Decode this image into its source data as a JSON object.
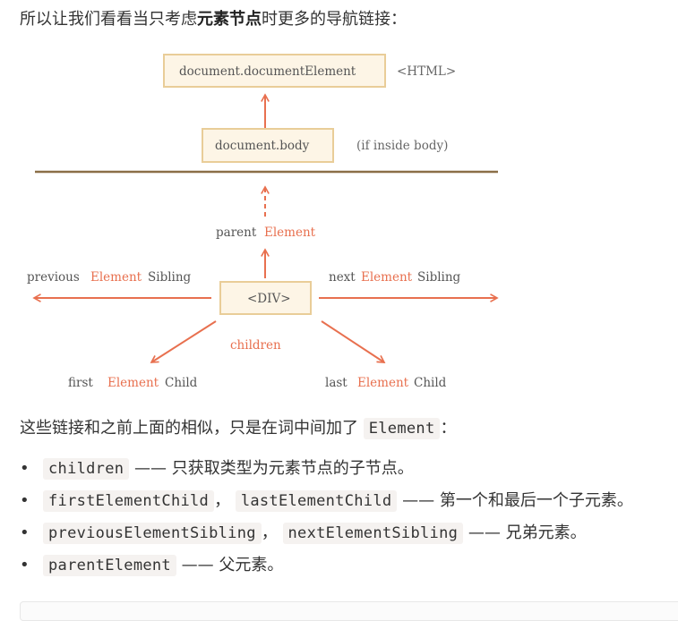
{
  "intro": {
    "prefix": "所以让我们看看当只考虑",
    "bold": "元素节点",
    "suffix": "时更多的导航链接："
  },
  "diagram": {
    "root_box": "document.documentElement",
    "root_tag": "<HTML>",
    "body_box": "document.body",
    "body_note": "(if inside body)",
    "parent_word": "parent",
    "element_word": "Element",
    "previous_word": "previous",
    "sibling_word": "Sibling",
    "next_word": "next",
    "center_box": "<DIV>",
    "children_word": "children",
    "first_word": "first",
    "last_word": "last",
    "child_word": "Child",
    "colors": {
      "arrow": "#e8704f",
      "box_fill": "#fdf5e6",
      "box_border": "#e9cd98",
      "line": "#8b6f47",
      "text": "#555555"
    }
  },
  "after": {
    "prefix": "这些链接和之前上面的相似，只是在词中间加了",
    "code": "Element",
    "suffix": "："
  },
  "list": [
    {
      "bullet": "•",
      "code1": "children",
      "desc": " —— 只获取类型为元素节点的子节点。"
    },
    {
      "bullet": "•",
      "code1": "firstElementChild",
      "sep": "，",
      "code2": "lastElementChild",
      "desc": " —— 第一个和最后一个子元素。"
    },
    {
      "bullet": "•",
      "code1": "previousElementSibling",
      "sep": "，",
      "code2": "nextElementSibling",
      "desc": " —— 兄弟元素。"
    },
    {
      "bullet": "•",
      "code1": "parentElement",
      "desc": " —— 父元素。"
    }
  ]
}
